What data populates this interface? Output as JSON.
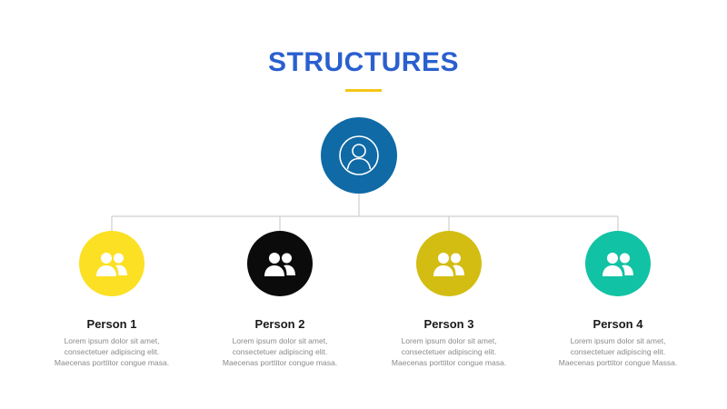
{
  "slide": {
    "title": "STRUCTURES"
  },
  "root": {
    "icon": "user-outline-icon",
    "color": "#0f6aa6"
  },
  "people": [
    {
      "name": "Person 1",
      "description": "Lorem ipsum dolor sit amet, consectetuer adipiscing elit. Maecenas porttitor congue masa.",
      "icon": "group-icon",
      "color": "#fbe024"
    },
    {
      "name": "Person 2",
      "description": "Lorem ipsum dolor sit amet, consectetuer adipiscing elit. Maecenas porttitor congue masa.",
      "icon": "group-icon",
      "color": "#0b0b0b"
    },
    {
      "name": "Person 3",
      "description": "Lorem ipsum dolor sit amet, consectetuer adipiscing elit. Maecenas porttitor congue masa.",
      "icon": "group-icon",
      "color": "#d3bd12"
    },
    {
      "name": "Person 4",
      "description": "Lorem ipsum dolor sit amet, consectetuer adipiscing elit. Maecenas porttitor congue Massa.",
      "icon": "group-icon",
      "color": "#12c2a4"
    }
  ],
  "colors": {
    "title": "#2a5fcf",
    "accent_underline": "#f5c518",
    "connector": "#cfcfcf"
  }
}
